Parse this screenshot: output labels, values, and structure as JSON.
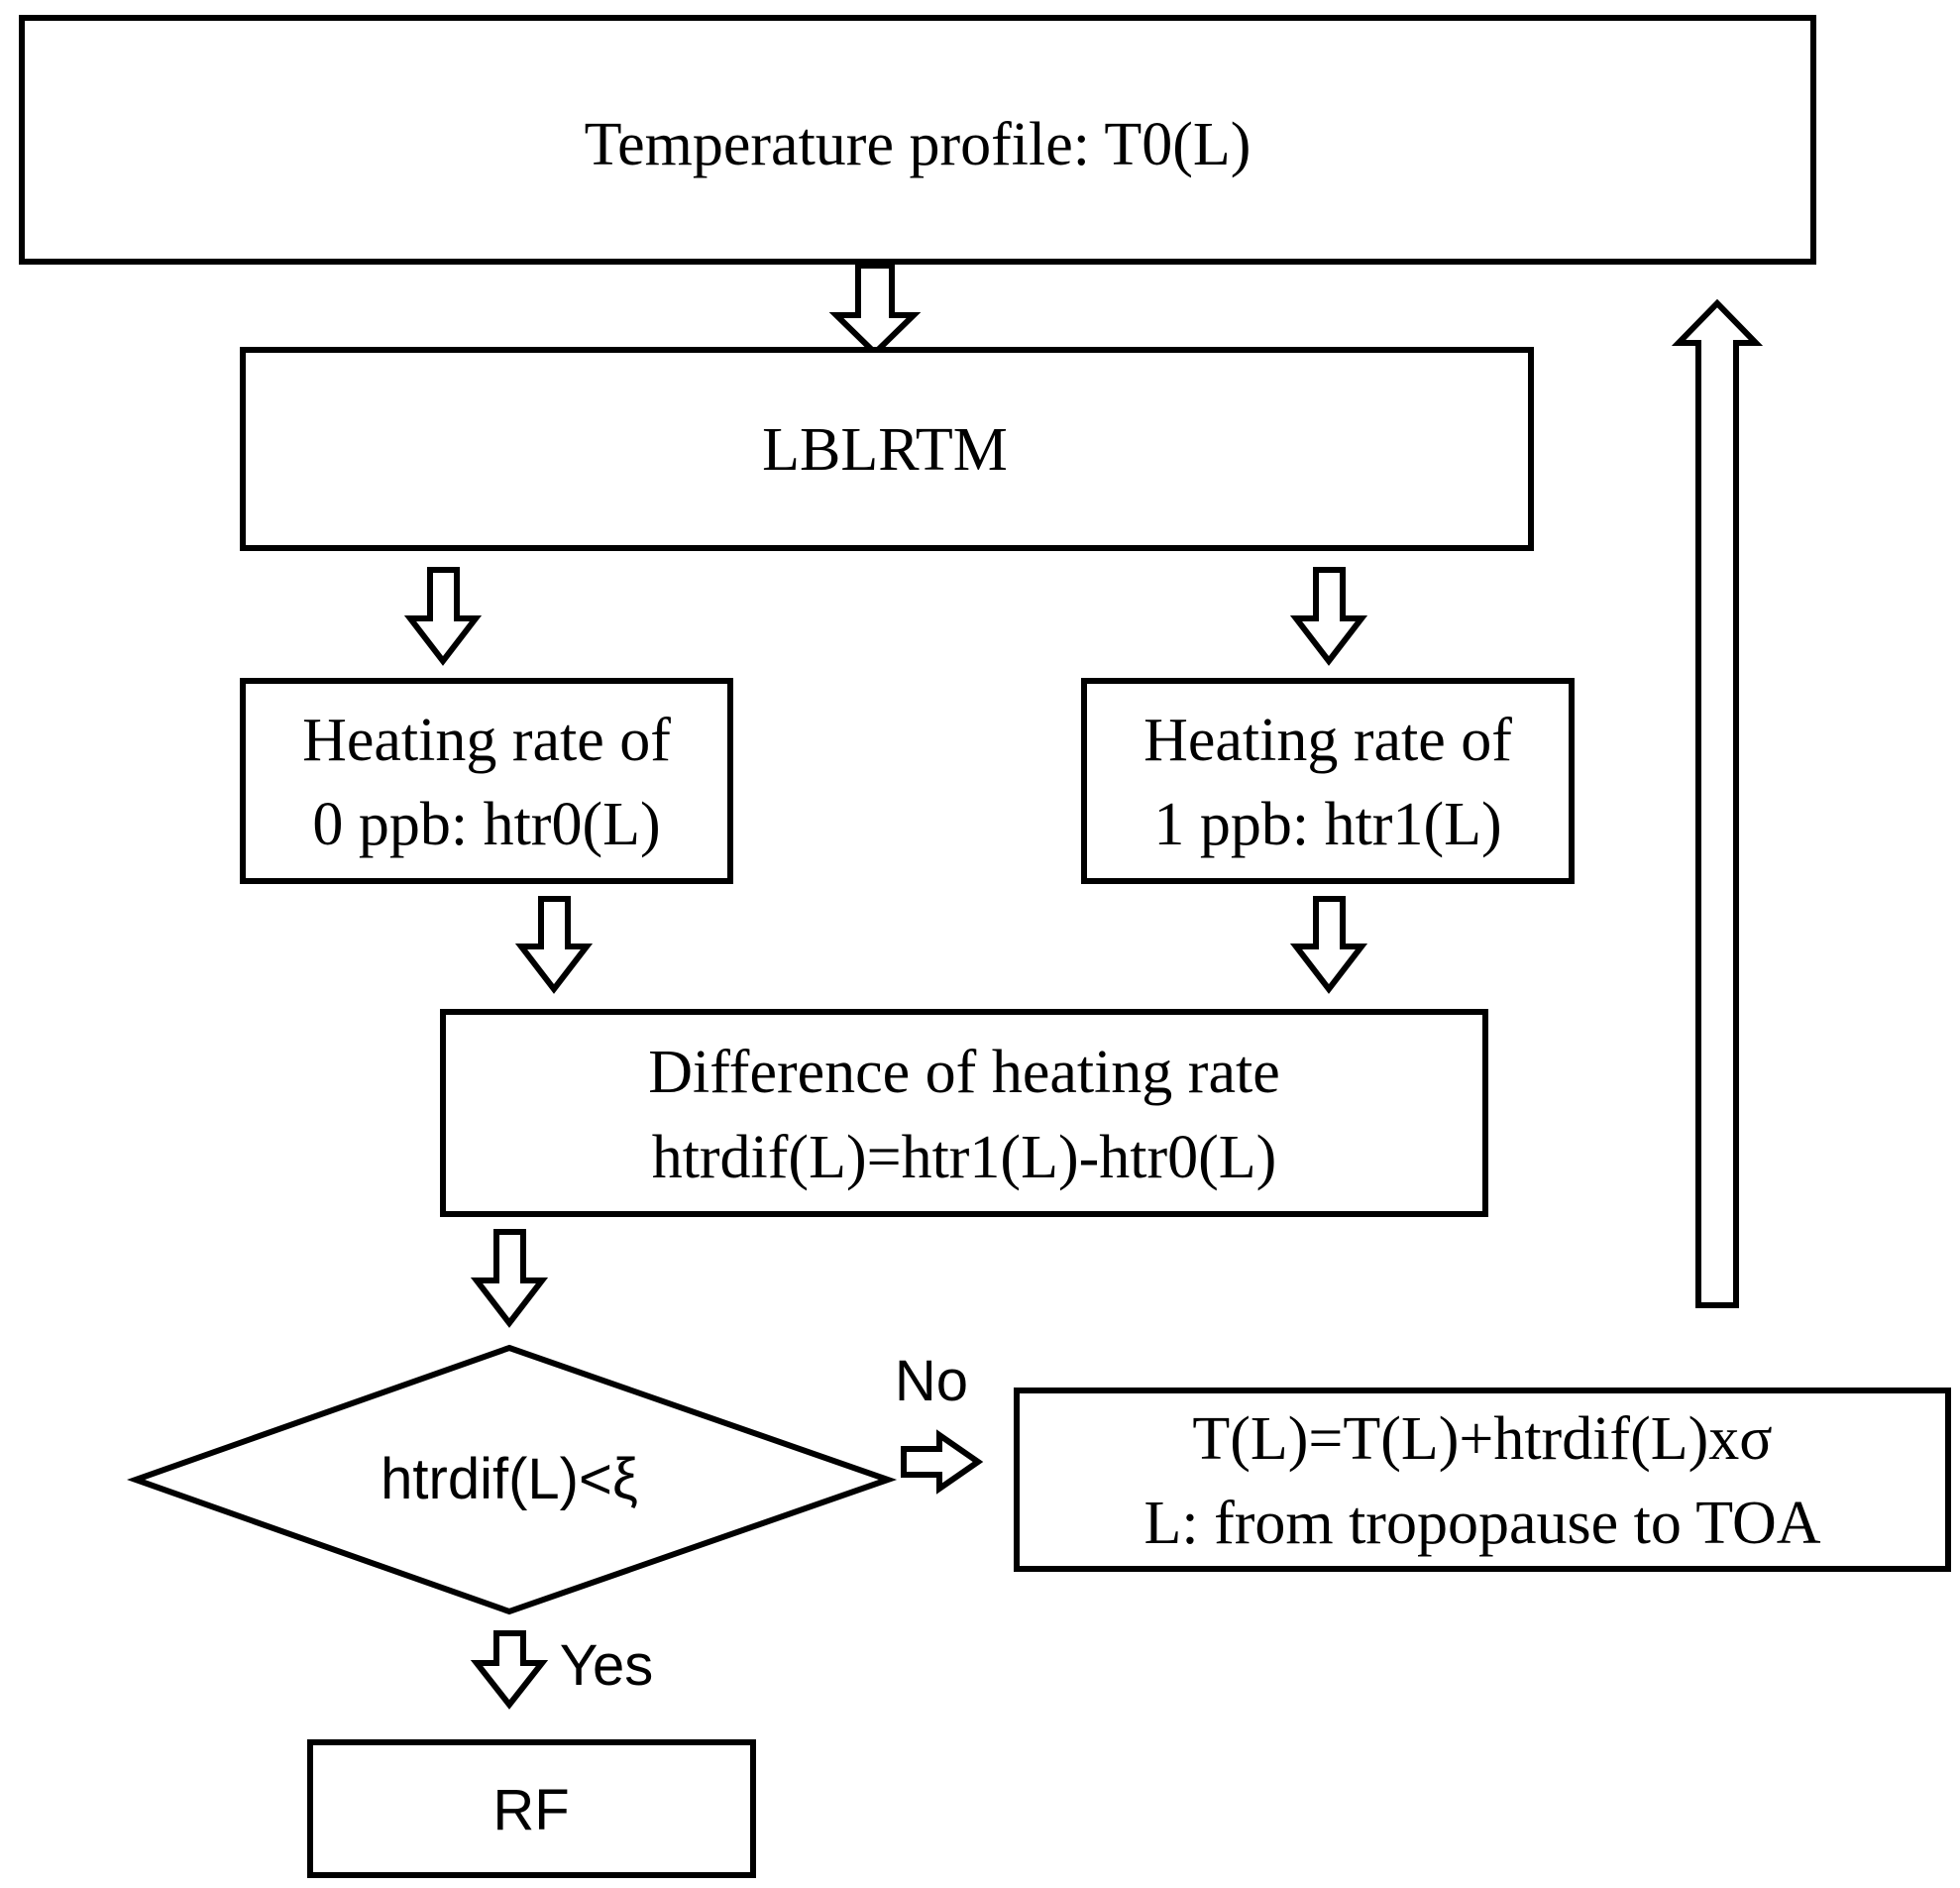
{
  "nodes": {
    "temperature_profile": "Temperature profile: T0(L)",
    "lblrtm": "LBLRTM",
    "heating_rate_0": [
      "Heating rate of",
      "0 ppb: htr0(L)"
    ],
    "heating_rate_1": [
      "Heating rate of",
      "1 ppb: htr1(L)"
    ],
    "difference": [
      "Difference of heating rate",
      "htrdif(L)=htr1(L)-htr0(L)"
    ],
    "decision": "htrdif(L)<ξ",
    "update": [
      "T(L)=T(L)+htrdif(L)xσ",
      "L: from tropopause to TOA"
    ],
    "result": "RF"
  },
  "edges": {
    "no_label": "No",
    "yes_label": "Yes"
  },
  "colors": {
    "stroke": "#000000",
    "fill": "#ffffff"
  }
}
